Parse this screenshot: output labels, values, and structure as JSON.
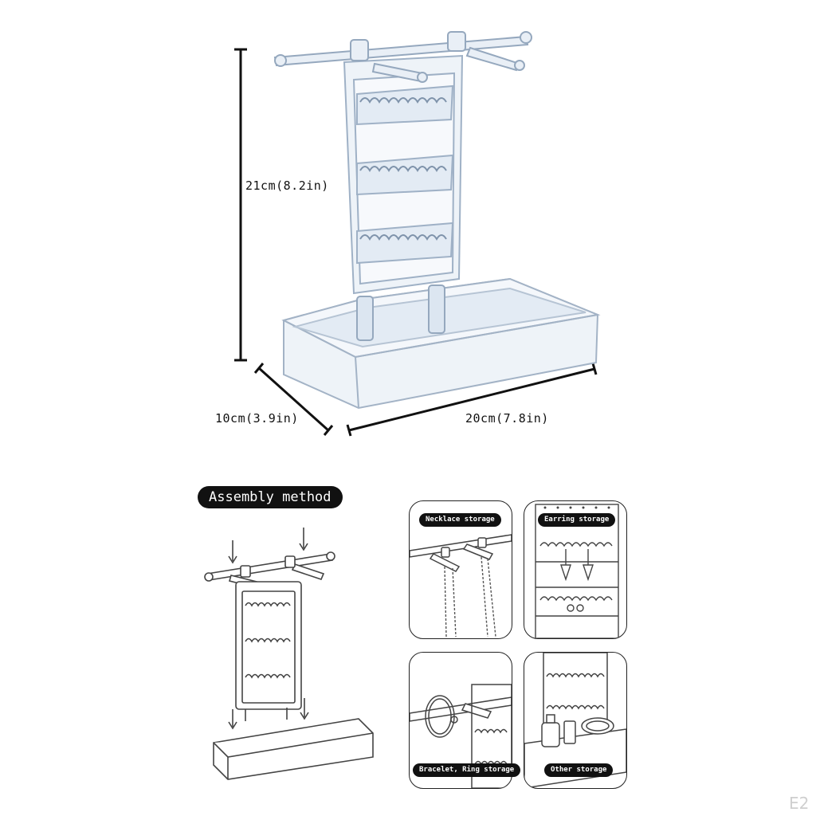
{
  "dimensions": {
    "height": "21cm(8.2in)",
    "depth": "10cm(3.9in)",
    "width": "20cm(7.8in)"
  },
  "assembly": {
    "title": "Assembly method"
  },
  "panels": [
    {
      "label": "Necklace storage"
    },
    {
      "label": "Earring storage"
    },
    {
      "label": "Bracelet, Ring storage"
    },
    {
      "label": "Other storage"
    }
  ],
  "watermark": "E2",
  "colors": {
    "acrylic": "#dfe8f3",
    "acrylic_edge": "#9fb1c6",
    "line_art": "#333333",
    "label_bg": "#111111"
  }
}
